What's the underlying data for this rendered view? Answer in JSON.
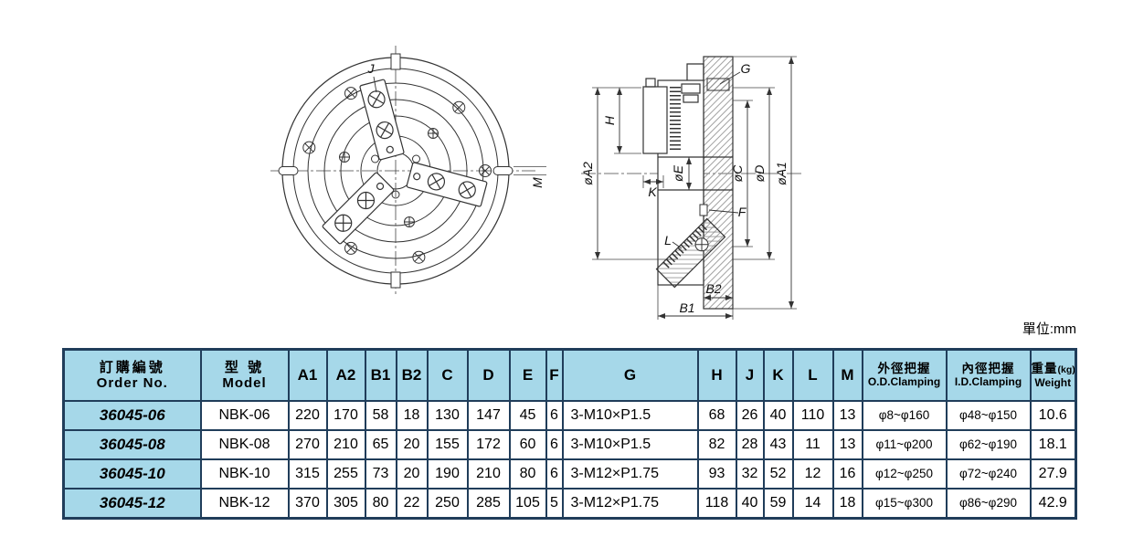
{
  "page": {
    "unit_note": "單位:mm"
  },
  "colors": {
    "table_header_bg": "#a6d8e9",
    "table_border": "#203d5a"
  },
  "drawing": {
    "front_labels": {
      "J": "J",
      "M": "M"
    },
    "section_labels": {
      "G": "G",
      "H": "H",
      "K": "K",
      "F": "F",
      "L": "L",
      "B1": "B1",
      "B2": "B2",
      "A1": "øA1",
      "A2": "øA2",
      "C": "øC",
      "D": "øD",
      "E": "øE"
    }
  },
  "table": {
    "headers": {
      "order_zh": "訂購編號",
      "order_en": "Order No.",
      "model_zh": "型 號",
      "model_en": "Model",
      "dims": [
        "A1",
        "A2",
        "B1",
        "B2",
        "C",
        "D",
        "E",
        "F",
        "G",
        "H",
        "J",
        "K",
        "L",
        "M"
      ],
      "od_zh": "外徑把握",
      "od_en": "O.D.Clamping",
      "id_zh": "內徑把握",
      "id_en": "I.D.Clamping",
      "wt_zh": "重量",
      "wt_unit": "(kg)",
      "wt_en": "Weight"
    },
    "rows": [
      [
        "36045-06",
        "NBK-06",
        "220",
        "170",
        "58",
        "18",
        "130",
        "147",
        "45",
        "6",
        "3-M10×P1.5",
        "68",
        "26",
        "40",
        "110",
        "13",
        "φ8~φ160",
        "φ48~φ150",
        "10.6"
      ],
      [
        "36045-08",
        "NBK-08",
        "270",
        "210",
        "65",
        "20",
        "155",
        "172",
        "60",
        "6",
        "3-M10×P1.5",
        "82",
        "28",
        "43",
        "11",
        "13",
        "φ11~φ200",
        "φ62~φ190",
        "18.1"
      ],
      [
        "36045-10",
        "NBK-10",
        "315",
        "255",
        "73",
        "20",
        "190",
        "210",
        "80",
        "6",
        "3-M12×P1.75",
        "93",
        "32",
        "52",
        "12",
        "16",
        "φ12~φ250",
        "φ72~φ240",
        "27.9"
      ],
      [
        "36045-12",
        "NBK-12",
        "370",
        "305",
        "80",
        "22",
        "250",
        "285",
        "105",
        "5",
        "3-M12×P1.75",
        "118",
        "40",
        "59",
        "14",
        "18",
        "φ15~φ300",
        "φ86~φ290",
        "42.9"
      ]
    ]
  }
}
